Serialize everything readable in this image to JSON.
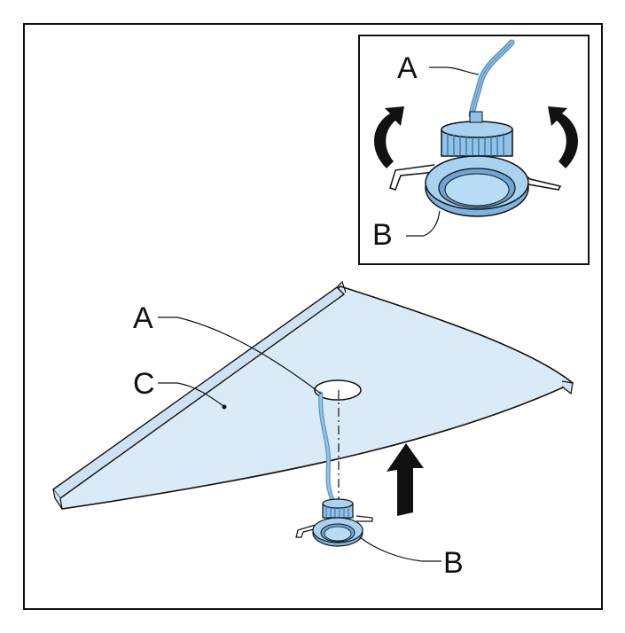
{
  "labels": {
    "inset_wire": "A",
    "inset_light": "B",
    "main_wire": "A",
    "main_panel": "C",
    "main_light": "B"
  },
  "colors": {
    "panel_fill": "#dbeaf7",
    "light_blue": "#8fc3ea",
    "light_blue_dark": "#5e95c4",
    "body_grey": "#8d9aa6",
    "outline": "#111111",
    "arrow": "#111111"
  },
  "icons": {
    "rotate_left": "curved-arrow-ccw-icon",
    "rotate_right": "curved-arrow-cw-icon",
    "push_up": "up-arrow-icon"
  }
}
